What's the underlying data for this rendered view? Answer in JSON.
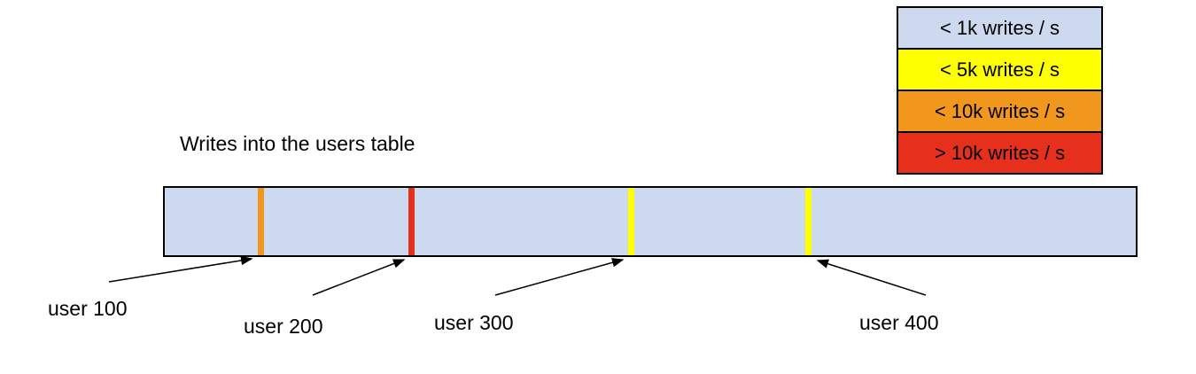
{
  "title": "Writes into the users table",
  "legend": {
    "items": [
      {
        "label": "< 1k writes / s",
        "color": "#ccd9ee"
      },
      {
        "label": "< 5k writes / s",
        "color": "#feff00"
      },
      {
        "label": "< 10k writes / s",
        "color": "#f2971d"
      },
      {
        "label": "> 10k writes / s",
        "color": "#e6301c"
      }
    ]
  },
  "bar": {
    "fill": "#ccd9ee",
    "border_color": "#000000",
    "markers": [
      {
        "user": "user 100",
        "color": "#f2971d",
        "position_pct": 9.9
      },
      {
        "user": "user 200",
        "color": "#e6301c",
        "position_pct": 25.4
      },
      {
        "user": "user 300",
        "color": "#feff00",
        "position_pct": 48.0
      },
      {
        "user": "user 400",
        "color": "#feff00",
        "position_pct": 66.3
      }
    ]
  }
}
